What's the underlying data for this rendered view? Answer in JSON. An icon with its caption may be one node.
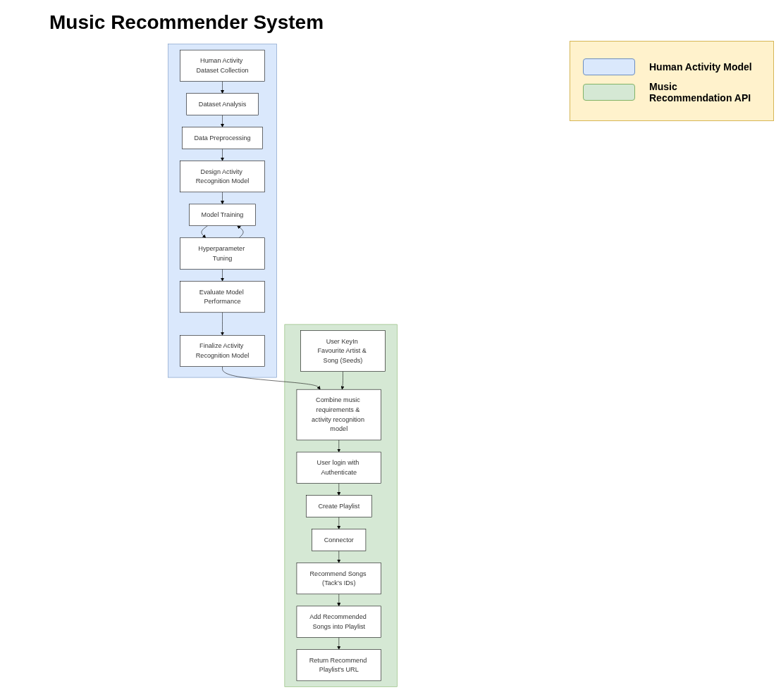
{
  "diagram": {
    "title": "Music Recommender System",
    "nodes": [
      {
        "text": [],
        "shape": "box"
      },
      {
        "text": [
          "Human Activity Dataset Collection"
        ],
        "in": 0
      },
      {
        "text": [
          "Dataset Analysis"
        ],
        "in": 0
      },
      {
        "text": [
          "Data Preprocessing"
        ],
        "in": 0
      },
      {
        "text": [
          "Design Activity Recognition Model"
        ],
        "in": 0
      },
      {
        "text": [
          "Model Training"
        ],
        "in": 0
      },
      {
        "text": [
          "Hyperparameter Tuning"
        ],
        "in": 0
      },
      {
        "text": [
          "Evaluate Model Performance"
        ],
        "in": 0
      },
      {
        "text": [
          "Finalize Activity Recognition Model"
        ],
        "in": 0
      },
      {
        "text": [],
        "shape": "box"
      },
      {
        "text": [
          "Combine music requirements & activity recognition model"
        ],
        "in": 9
      },
      {
        "text": [
          "User login with Authenticate"
        ],
        "in": 9
      },
      {
        "text": [
          "Create Playlist"
        ],
        "in": 9
      },
      {
        "text": [
          "Connector"
        ],
        "in": 9
      },
      {
        "text": [
          "Recommend Songs (Tack's IDs)"
        ],
        "in": 9
      },
      {
        "text": [
          "Add Recommended Songs into Playlist"
        ],
        "in": 9
      },
      {
        "text": [
          "Return Recommend Playlist's URL"
        ],
        "in": 9
      },
      {
        "text": [
          "User KeyIn Favourite Artist & Song (Seeds)"
        ],
        "in": 9
      }
    ],
    "edges": [
      {
        "from": 1,
        "to": 2,
        "arrow": "to"
      },
      {
        "from": 2,
        "to": 3,
        "arrow": "to"
      },
      {
        "from": 3,
        "to": 4,
        "arrow": "to"
      },
      {
        "from": 4,
        "to": 5,
        "arrow": "to"
      },
      {
        "from": 5,
        "to": 6,
        "arrow": "to"
      },
      {
        "from": 6,
        "to": 5,
        "arrow": "to"
      },
      {
        "from": 6,
        "to": 7,
        "arrow": "to"
      },
      {
        "from": 7,
        "to": 8,
        "arrow": "to"
      },
      {
        "from": 8,
        "to": 10,
        "arrow": "to"
      },
      {
        "from": 17,
        "to": 10,
        "arrow": "to"
      },
      {
        "from": 10,
        "to": 11,
        "arrow": "to"
      },
      {
        "from": 11,
        "to": 12,
        "arrow": "to"
      },
      {
        "from": 12,
        "to": 13,
        "arrow": "to"
      },
      {
        "from": 13,
        "to": 14,
        "arrow": "to"
      },
      {
        "from": 14,
        "to": 15,
        "arrow": "to"
      },
      {
        "from": 15,
        "to": 16,
        "arrow": "to"
      }
    ],
    "legend": [
      {
        "text": "Human Activity Model",
        "color": "#dae8fc"
      },
      {
        "text": "Music Recommendation API",
        "color": "#d5e8d4"
      }
    ]
  }
}
